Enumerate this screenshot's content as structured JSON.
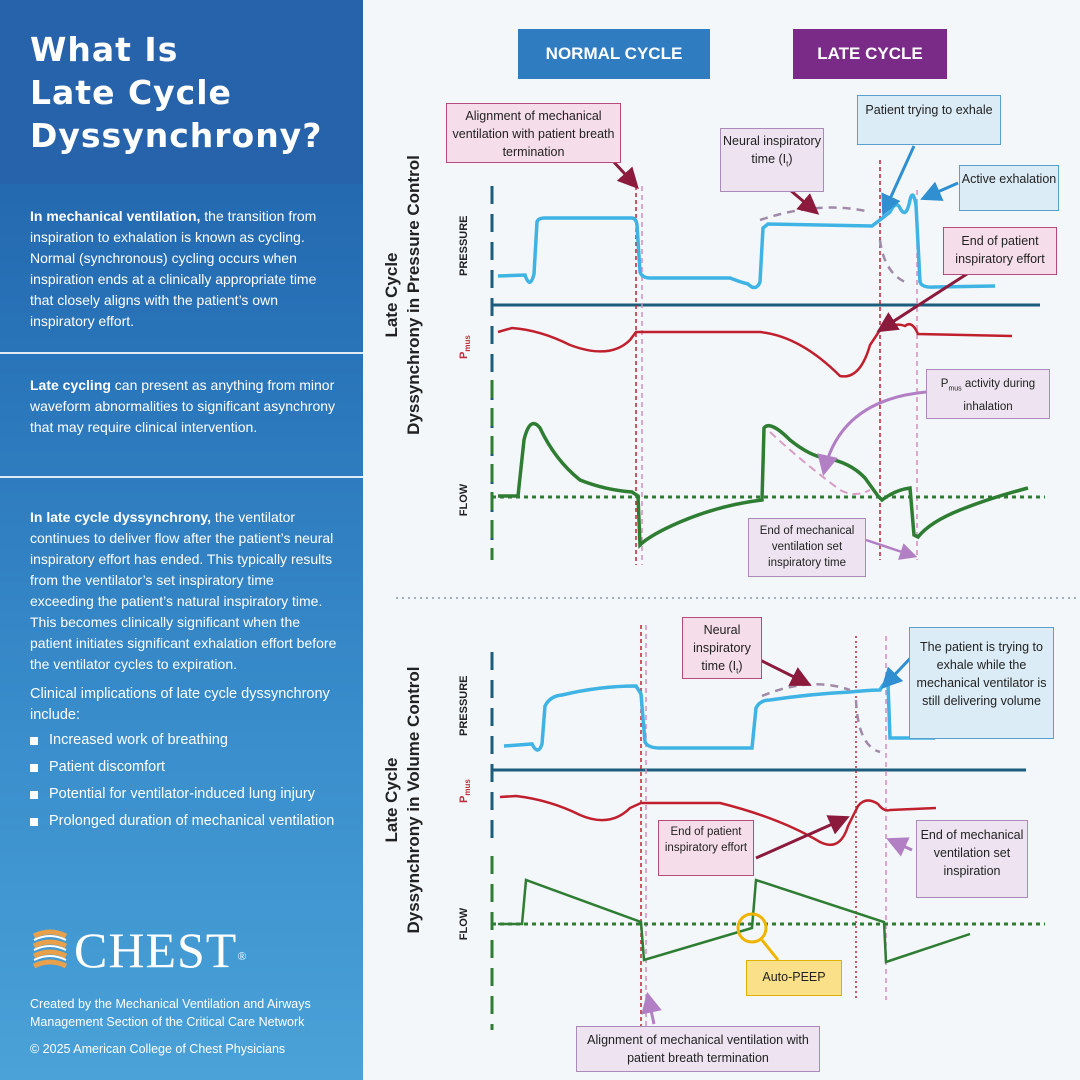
{
  "sidebar": {
    "title_line1": "What Is",
    "title_line2": "Late Cycle",
    "title_line3": "Dyssynchrony?",
    "s1_bold": "In mechanical ventilation,",
    "s1_text": " the transition from inspiration to exhalation is known as cycling. Normal (synchronous) cycling occurs when inspiration ends at a clinically appropriate time that closely aligns with the patient’s own inspiratory effort.",
    "s2_bold": "Late cycling",
    "s2_text": "  can present as anything from minor waveform abnormalities to significant asynchrony that may require clinical intervention.",
    "s3_bold": "In late cycle dyssynchrony,",
    "s3_text": " the ventilator continues to deliver flow after the patient’s neural inspiratory effort has ended. This typically results from the ventilator’s set inspiratory time exceeding the patient’s natural inspiratory time. This becomes clinically significant when the patient initiates significant exhalation effort before the ventilator cycles to expiration.",
    "implications_intro": "Clinical implications of late cycle dyssynchrony include:",
    "implications": [
      "Increased work of breathing",
      "Patient discomfort",
      "Potential for ventilator-induced lung injury",
      "Prolonged duration of mechanical ventilation"
    ],
    "logo": "CHEST",
    "logo_mark": "®",
    "credit": "Created by the Mechanical Ventilation and Airways Management Section of the Critical Care Network",
    "copyright": "© 2025 American College of Chest Physicians"
  },
  "headers": {
    "normal": "NORMAL CYCLE",
    "late": "LATE CYCLE"
  },
  "panel1": {
    "title_line1": "Late Cycle",
    "title_line2": "Dyssynchrony in Pressure Control",
    "axis_pressure": "PRESSURE",
    "axis_pmus": "P",
    "axis_pmus_sub": "mus",
    "axis_flow": "FLOW",
    "label_alignment": "Alignment of mechanical ventilation with patient breath termination",
    "label_neural_a": "Neural inspiratory time (I",
    "label_neural_sub": "t",
    "label_neural_b": ")",
    "label_trying": "Patient trying to exhale",
    "label_active": "Active exhalation",
    "label_end_effort": "End of patient inspiratory effort",
    "label_pmus_a": "P",
    "label_pmus_sub": "mus",
    "label_pmus_b": " activity during inhalation",
    "label_end_mech": "End of mechanical ventilation set inspiratory time"
  },
  "panel2": {
    "title_line1": "Late Cycle",
    "title_line2": "Dyssynchrony in Volume Control",
    "axis_pressure": "PRESSURE",
    "axis_pmus": "P",
    "axis_pmus_sub": "mus",
    "axis_flow": "FLOW",
    "label_neural_a": "Neural inspiratory time (I",
    "label_neural_sub": "t",
    "label_neural_b": ")",
    "label_patient": "The patient is trying to exhale while the mechanical ventilator is still delivering volume",
    "label_end_effort": "End of patient inspiratory effort",
    "label_end_mech": "End of mechanical ventilation set inspiration",
    "label_autopeep": "Auto-PEEP",
    "label_alignment": "Alignment of mechanical ventilation with patient breath termination"
  },
  "colors": {
    "pressure": "#3fb3e3",
    "pmus": "#c0202e",
    "flow": "#2e7d32",
    "baseline": "#1b5d7a",
    "normal_header": "#2f7cc1",
    "late_header": "#7a2b88"
  }
}
